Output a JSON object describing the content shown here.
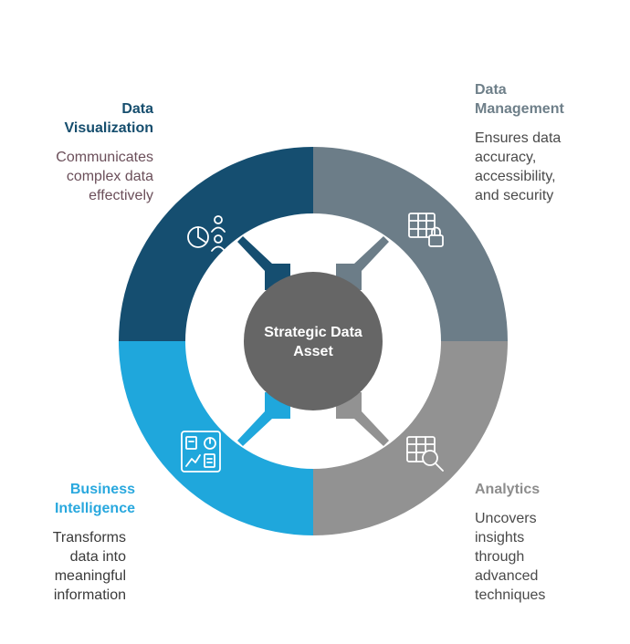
{
  "center": {
    "label_line1": "Strategic Data",
    "label_line2": "Asset",
    "color": "#666666"
  },
  "segments": [
    {
      "id": "data-visualization",
      "title_lines": [
        "Data",
        "Visualization"
      ],
      "description_lines": [
        "Communicates",
        "complex data",
        "effectively"
      ],
      "color": "#154e70",
      "icon": "pie-chart-people-icon"
    },
    {
      "id": "data-management",
      "title_lines": [
        "Data",
        "Management"
      ],
      "description_lines": [
        "Ensures data",
        "accuracy,",
        "accessibility,",
        "and security"
      ],
      "color": "#6c7d88",
      "icon": "table-lock-icon"
    },
    {
      "id": "business-intelligence",
      "title_lines": [
        "Business",
        "Intelligence"
      ],
      "description_lines": [
        "Transforms",
        "data into",
        "meaningful",
        "information"
      ],
      "color": "#1fa7dc",
      "icon": "dashboard-icon"
    },
    {
      "id": "analytics",
      "title_lines": [
        "Analytics"
      ],
      "description_lines": [
        "Uncovers",
        "insights",
        "through",
        "advanced",
        "techniques"
      ],
      "color": "#929292",
      "icon": "table-search-icon"
    }
  ]
}
